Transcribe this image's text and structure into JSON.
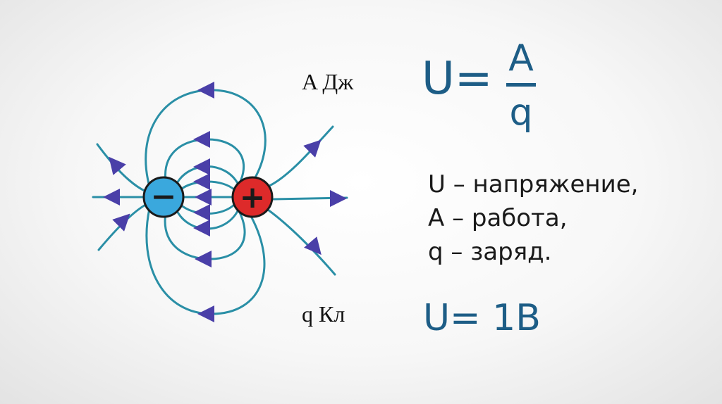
{
  "diagram": {
    "negative_symbol": "−",
    "positive_symbol": "+",
    "colors": {
      "field_line": "#2a8fa6",
      "arrow": "#4a3fa8",
      "negative_charge": "#3aa8dd",
      "positive_charge": "#dd2a2a",
      "formula": "#1d5d86"
    }
  },
  "labels": {
    "work_unit": "A Дж",
    "charge_unit": "q Кл"
  },
  "formula": {
    "lhs": "U=",
    "numerator": "A",
    "denominator": "q"
  },
  "legend": [
    "U – напряжение,",
    "A – работа,",
    "q – заряд."
  ],
  "unit_formula": "U= 1B"
}
